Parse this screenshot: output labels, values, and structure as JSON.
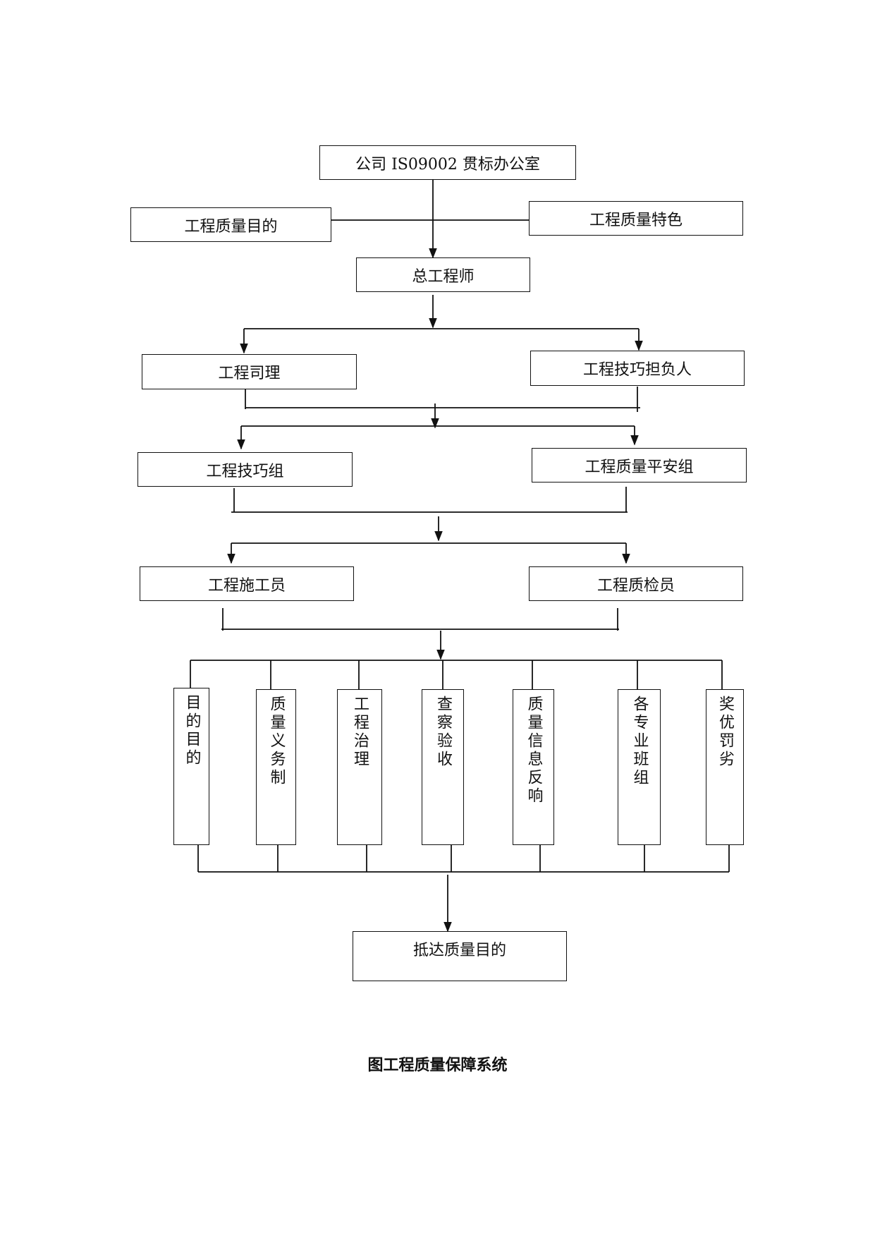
{
  "nodes": {
    "office": "公司 IS09002 贯标办公室",
    "quality_goal": "工程质量目的",
    "quality_feature": "工程质量特色",
    "chief_engineer": "总工程师",
    "project_manager": "工程司理",
    "tech_lead": "工程技巧担负人",
    "tech_group": "工程技巧组",
    "safety_group": "工程质量平安组",
    "constructor": "工程施工员",
    "inspector": "工程质检员",
    "achieve_goal": "抵达质量目的"
  },
  "pillars": [
    "目的目的",
    "质量义务制",
    "工程治理",
    "查察验收",
    "质量信息反响",
    "各专业班组",
    "奖优罚劣"
  ],
  "caption": "图工程质量保障系统"
}
